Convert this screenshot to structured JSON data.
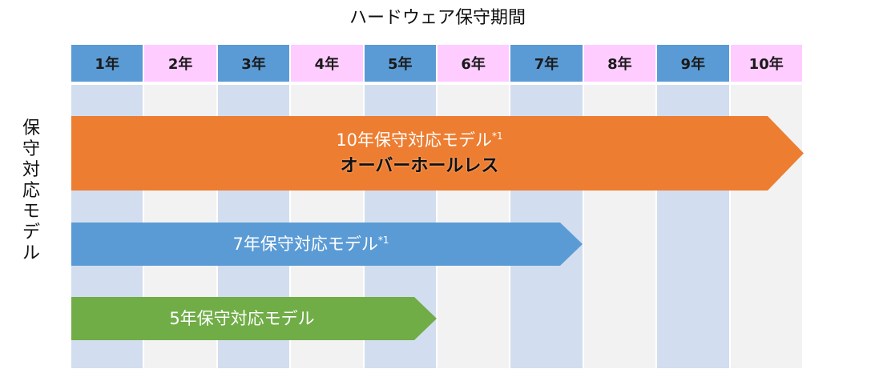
{
  "title": "ハードウェア保守期間",
  "axis_label": "保守対応モデル",
  "years": [
    "1年",
    "2年",
    "3年",
    "4年",
    "5年",
    "6年",
    "7年",
    "8年",
    "9年",
    "10年"
  ],
  "bars": {
    "ten_year": {
      "label": "10年保守対応モデル",
      "footnote": "*1",
      "sublabel": "オーバーホールレス",
      "years": 10
    },
    "seven_year": {
      "label": "7年保守対応モデル",
      "footnote": "*1",
      "years": 7
    },
    "five_year": {
      "label": "5年保守対応モデル",
      "years": 5
    }
  },
  "colors": {
    "header_odd": "#5b9bd5",
    "header_even": "#ffccff",
    "column_odd": "#d2deef",
    "column_even": "#f2f2f2",
    "ten_year_bar": "#ed7d31",
    "seven_year_bar": "#5b9bd5",
    "five_year_bar": "#70ad47"
  }
}
